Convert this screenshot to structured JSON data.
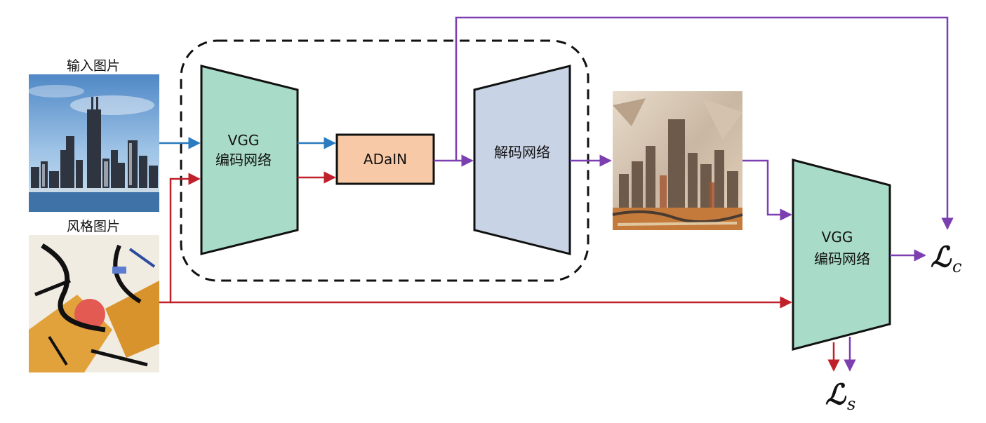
{
  "labels": {
    "input_image": "输入图片",
    "style_image": "风格图片"
  },
  "encoder": {
    "line1": "VGG",
    "line2": "编码网络"
  },
  "adain": {
    "label": "ADaIN"
  },
  "decoder": {
    "label": "解码网络"
  },
  "loss_encoder": {
    "line1": "VGG",
    "line2": "编码网络"
  },
  "losses": {
    "content_symbol": "ℒ",
    "content_sub": "c",
    "style_symbol": "ℒ",
    "style_sub": "s"
  },
  "colors": {
    "encoder_fill": "#a9dcc8",
    "adain_fill": "#f8c9a6",
    "decoder_fill": "#c9d3e6",
    "content_arrow": "#2a7bbf",
    "style_arrow": "#c0202a",
    "output_arrow": "#7b3fb0"
  }
}
